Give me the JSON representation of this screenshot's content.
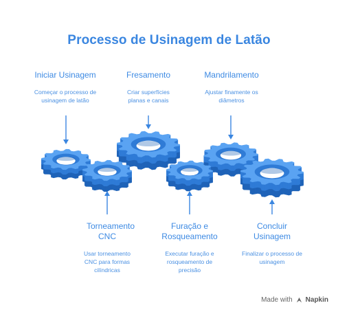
{
  "title": "Processo de Usinagem de Latão",
  "steps": [
    {
      "title": "Iniciar Usinagem",
      "desc": "Começar o processo de usinagem de latão"
    },
    {
      "title": "Fresamento",
      "desc": "Criar superfícies planas e canais"
    },
    {
      "title": "Mandrilamento",
      "desc": "Ajustar finamente os diâmetros"
    },
    {
      "title": "Torneamento CNC",
      "desc": "Usar torneamento CNC para formas cilíndricas"
    },
    {
      "title": "Furação e Rosqueamento",
      "desc": "Executar furação e rosqueamento de precisão"
    },
    {
      "title": "Concluir Usinagem",
      "desc": "Finalizar o processo de usinagem"
    }
  ],
  "footer": {
    "prefix": "Made with",
    "brand": "Napkin"
  },
  "colors": {
    "gear_top": "#5aa3f2",
    "gear_side": "#2f7bd6",
    "gear_dark": "#1f63b8",
    "accent": "#3a86e0"
  },
  "icons": [
    "gear-icon",
    "arrow-down-icon",
    "arrow-up-icon",
    "napkin-logo-icon"
  ]
}
